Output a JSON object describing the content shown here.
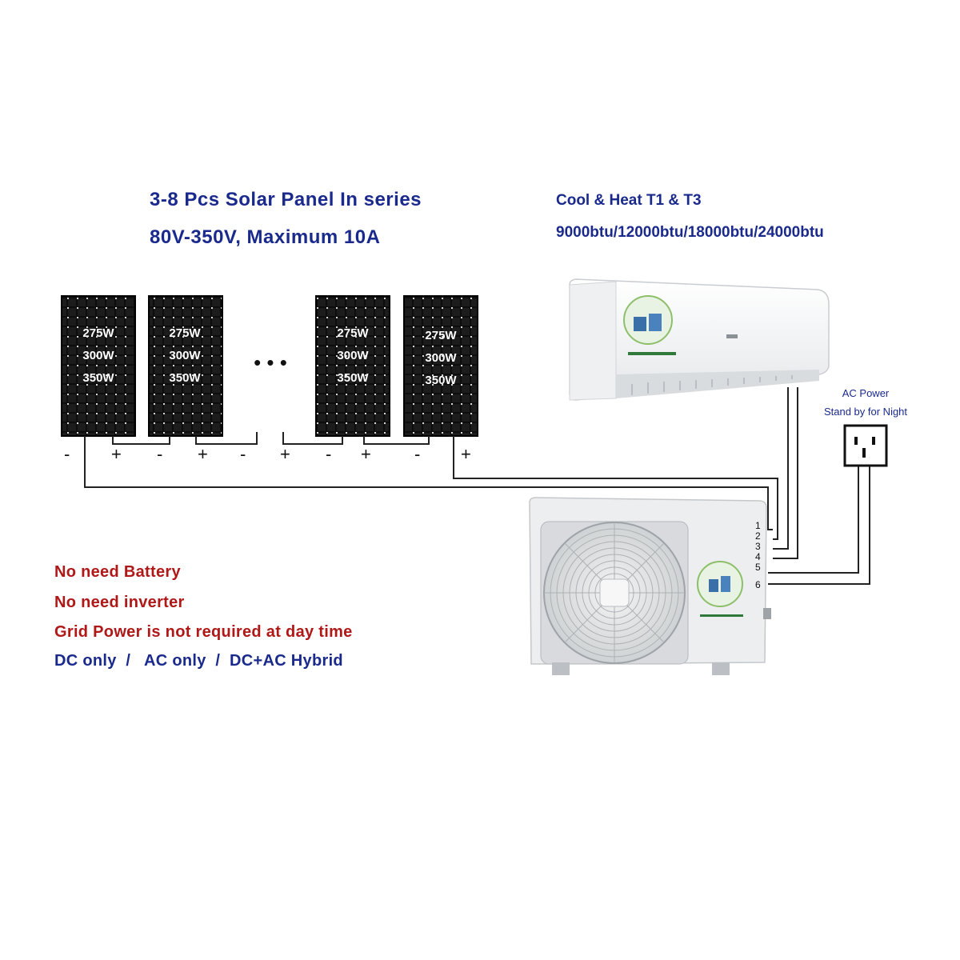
{
  "header": {
    "title_line1": "3-8 Pcs Solar Panel In series",
    "title_line2": "80V-350V, Maximum 10A",
    "right_line1": "Cool & Heat   T1 & T3",
    "right_line2": "9000btu/12000btu/18000btu/24000btu"
  },
  "panels": [
    {
      "w1": "275W",
      "w2": "300W",
      "w3": "350W"
    },
    {
      "w1": "275W",
      "w2": "300W",
      "w3": "350W"
    },
    {
      "w1": "275W",
      "w2": "300W",
      "w3": "350W"
    },
    {
      "w1": "275W",
      "w2": "300W",
      "w3": "350W"
    }
  ],
  "ellipsis": "• • •",
  "polarity": {
    "minus": "-",
    "plus": "+"
  },
  "ac_power": {
    "line1": "AC Power",
    "line2": "Stand by for Night"
  },
  "ports": [
    "1",
    "2",
    "3",
    "4",
    "5",
    "6"
  ],
  "notes": {
    "line1": "No need Battery",
    "line2": "No need inverter",
    "line3": "Grid Power is not required at day time",
    "line4": "DC only  /   AC only  /  DC+AC Hybrid"
  },
  "colors": {
    "title_blue": "#1a2a8c",
    "note_red": "#b01818",
    "panel": "#111111",
    "wire": "#222222"
  },
  "icons": [
    "solar-panel-icon",
    "indoor-ac-unit-icon",
    "outdoor-ac-unit-icon",
    "power-socket-icon"
  ]
}
